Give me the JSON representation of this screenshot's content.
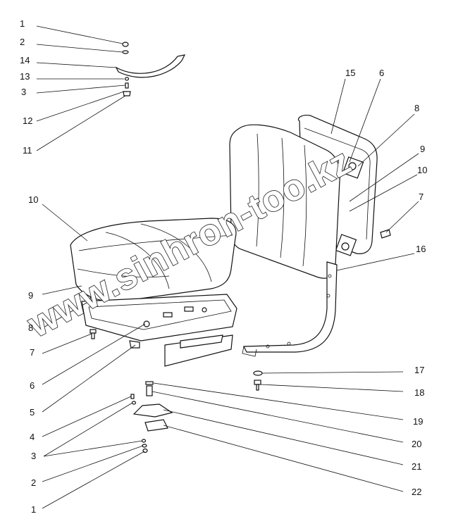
{
  "labels": {
    "l_1_top": "1",
    "l_2_top": "2",
    "l_14": "14",
    "l_13": "13",
    "l_3_top": "3",
    "l_12": "12",
    "l_11": "11",
    "l_15": "15",
    "l_6_top": "6",
    "l_8_right": "8",
    "l_9_right": "9",
    "l_10_right": "10",
    "l_7_right": "7",
    "l_16": "16",
    "l_10_left": "10",
    "l_9_left": "9",
    "l_8_left": "8",
    "l_7_left": "7",
    "l_6_left": "6",
    "l_5": "5",
    "l_4": "4",
    "l_3_bottom": "3",
    "l_2_bottom": "2",
    "l_1_bottom": "1",
    "l_17": "17",
    "l_18": "18",
    "l_19": "19",
    "l_20": "20",
    "l_21": "21",
    "l_22": "22"
  },
  "watermark": "www.sinhron-too.kz"
}
